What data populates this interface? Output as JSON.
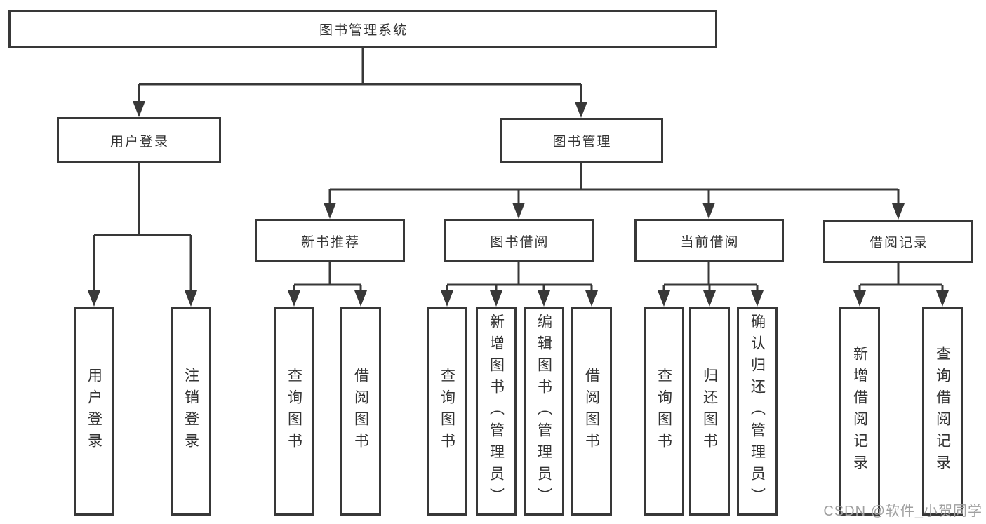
{
  "diagram": {
    "root": "图书管理系统",
    "level2": {
      "user_login": {
        "label": "用户登录",
        "children": [
          "用户登录",
          "注销登录"
        ]
      },
      "book_management": {
        "label": "图书管理"
      }
    },
    "sections": [
      {
        "label": "新书推荐",
        "children": [
          "查询图书",
          "借阅图书"
        ]
      },
      {
        "label": "图书借阅",
        "children": [
          "查询图书",
          "新增图书（管理员）",
          "编辑图书（管理员）",
          "借阅图书"
        ]
      },
      {
        "label": "当前借阅",
        "children": [
          "查询图书",
          "归还图书",
          "确认归还（管理员）"
        ]
      },
      {
        "label": "借阅记录",
        "children": [
          "新增借阅记录",
          "查询借阅记录"
        ]
      }
    ]
  },
  "watermark": "CSDN @软件_小贺同学",
  "colors": {
    "line": "#383838",
    "text": "#333333",
    "watermark": "#a0a0a0",
    "background": "#ffffff"
  }
}
